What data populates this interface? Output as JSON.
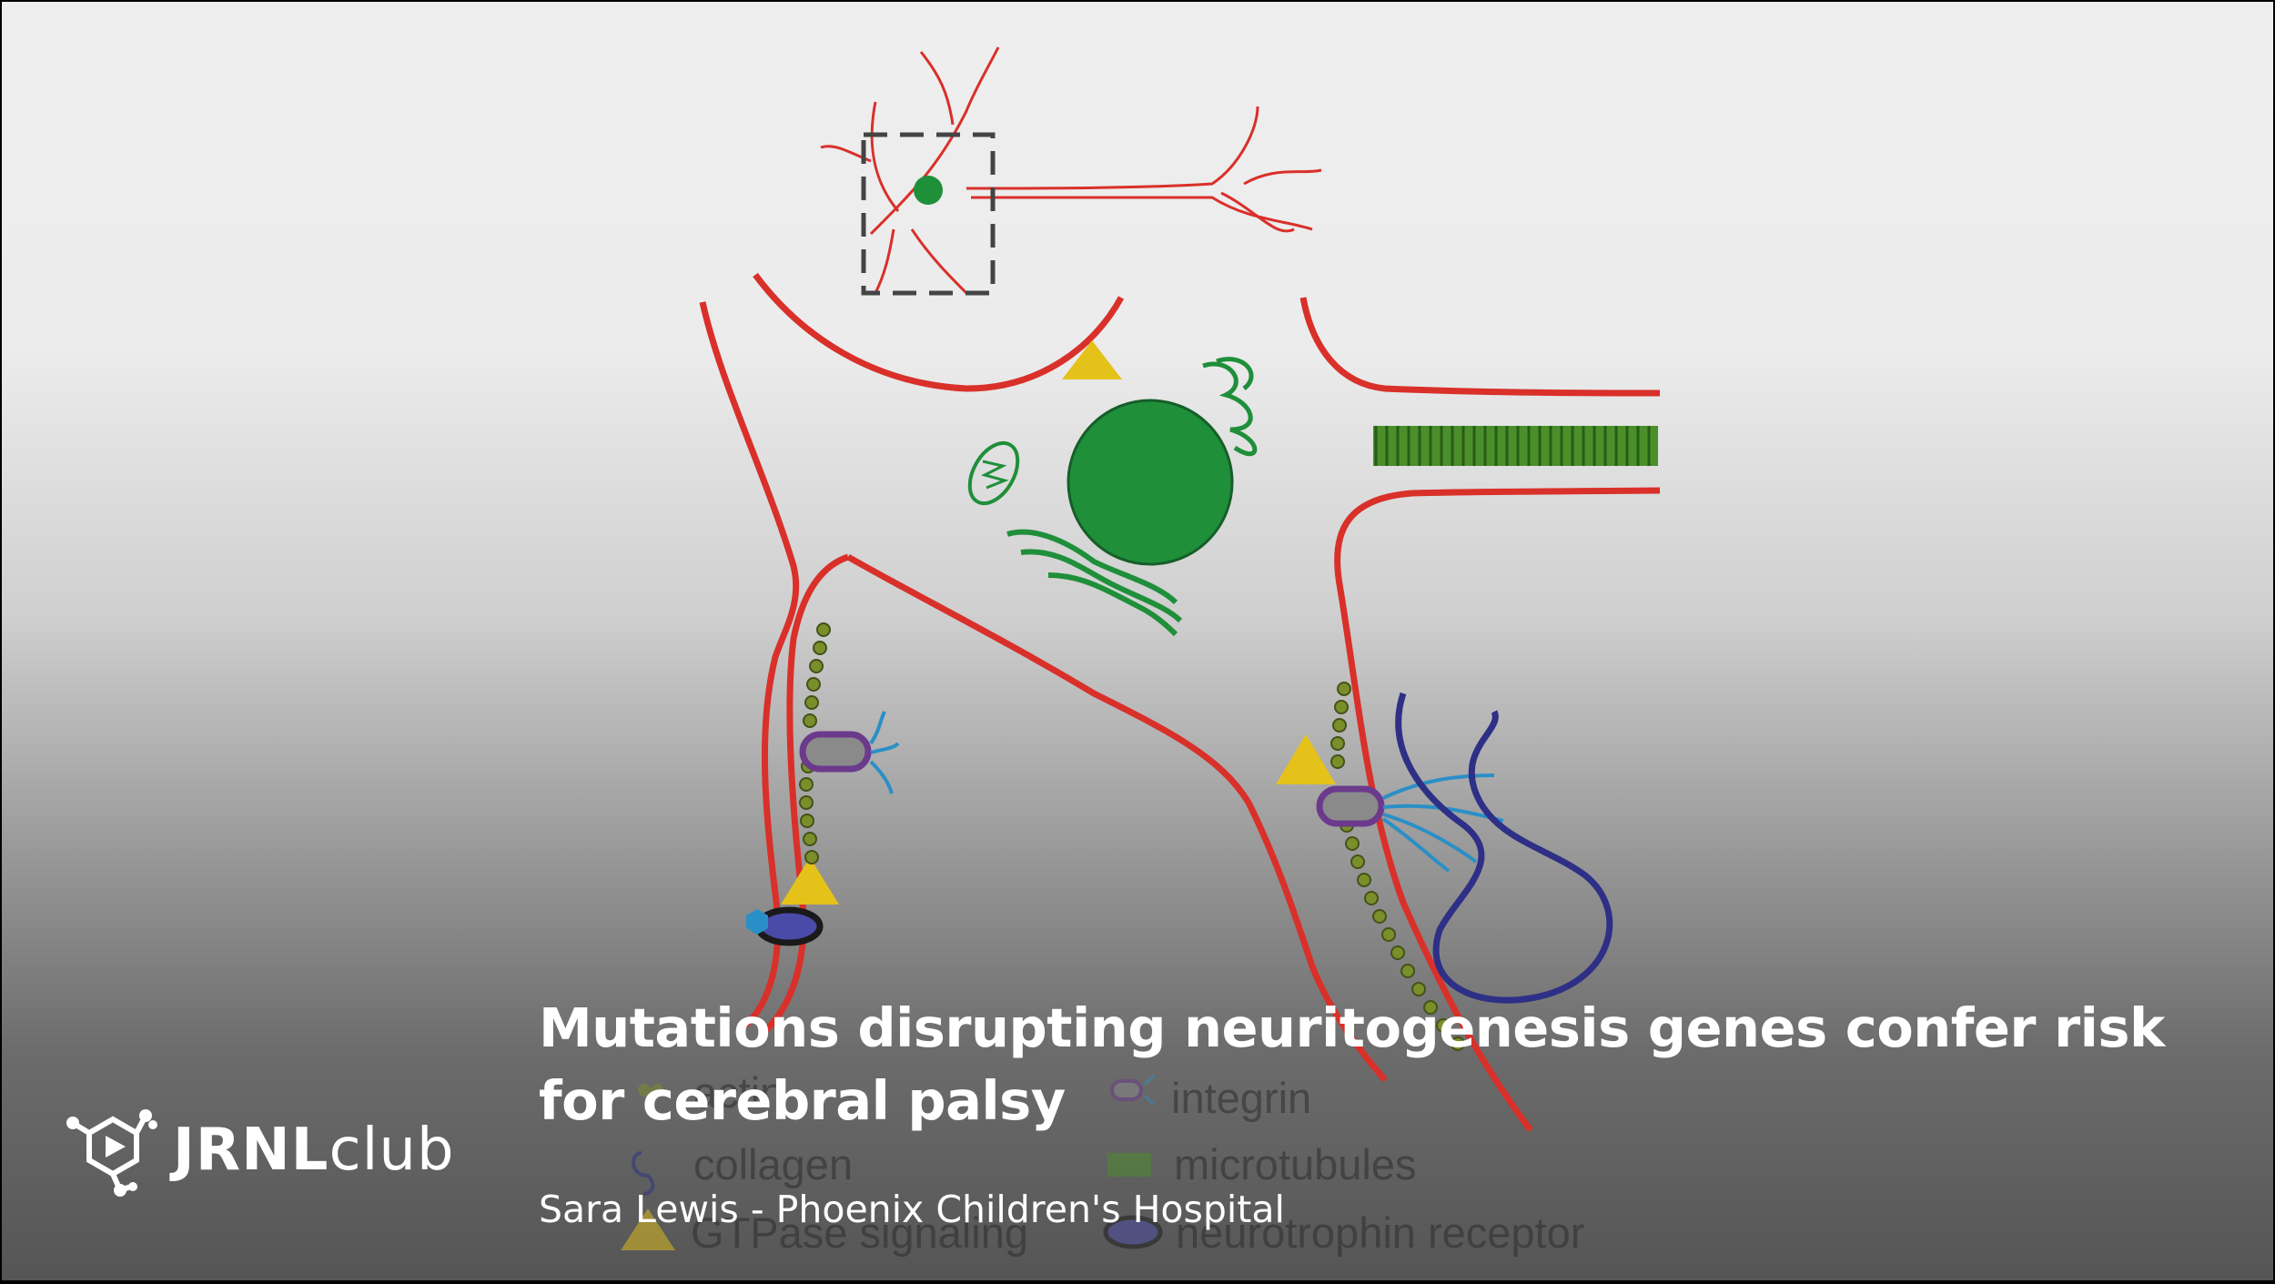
{
  "title": {
    "line1": "Mutations disrupting neuritogenesis genes confer risk",
    "line2": "for cerebral palsy"
  },
  "subtitle": "Sara Lewis - Phoenix Children's Hospital",
  "brand": {
    "bold": "JRNL",
    "light": "club",
    "icon": "molecule-play-icon"
  },
  "legend": {
    "actin": "actin",
    "integrin": "integrin",
    "collagen": "collagen",
    "microtubules": "microtubules",
    "gtpase": "GTPase signaling",
    "neurotrophin": "neurotrophin receptor"
  },
  "colors": {
    "membrane": "#d9302a",
    "organelle": "#1f8f3a",
    "gtpase": "#e5c21a",
    "collagen": "#2e2f86",
    "integrin": "#6b3a8c",
    "actin": "#7a8f2a"
  }
}
